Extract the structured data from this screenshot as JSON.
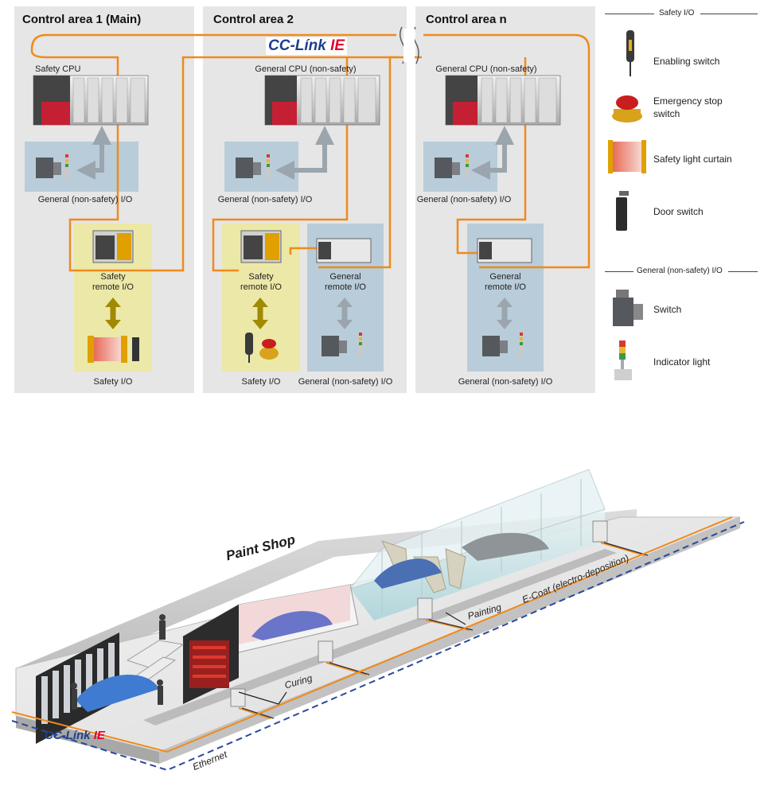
{
  "network": {
    "name_left": "CC-L",
    "name_accent": "í",
    "name_mid": "nk ",
    "name_ie": "IE"
  },
  "areas": [
    {
      "title": "Control area 1 (Main)",
      "cpu_label": "Safety CPU",
      "gen_io_label": "General (non-safety) I/O",
      "remote_label": "Safety\nremote I/O",
      "io_label": "Safety I/O"
    },
    {
      "title": "Control area 2",
      "cpu_label": "General CPU (non-safety)",
      "gen_io_label": "General (non-safety) I/O",
      "remote_label": "Safety\nremote I/O",
      "io_label": "Safety I/O",
      "remote2_label": "General\nremote I/O",
      "io2_label": "General (non-safety) I/O"
    },
    {
      "title": "Control area n",
      "cpu_label": "General CPU (non-safety)",
      "gen_io_label": "General (non-safety) I/O",
      "remote_label": "General\nremote I/O",
      "io_label": "General (non-safety) I/O"
    }
  ],
  "legend": {
    "safety_header": "Safety I/O",
    "general_header": "General (non-safety) I/O",
    "items": [
      {
        "label": "Enabling switch",
        "icon": "enabling-switch-icon"
      },
      {
        "label": "Emergency stop\nswitch",
        "icon": "emergency-stop-icon"
      },
      {
        "label": "Safety light curtain",
        "icon": "light-curtain-icon"
      },
      {
        "label": "Door switch",
        "icon": "door-switch-icon"
      },
      {
        "label": "Switch",
        "icon": "switch-icon"
      },
      {
        "label": "Indicator light",
        "icon": "indicator-light-icon"
      }
    ]
  },
  "paint_shop": {
    "title": "Paint Shop",
    "stages": [
      "Curing",
      "Painting",
      "E-Coat (electro-deposition)"
    ],
    "ethernet_label": "Ethernet",
    "network_left": "CC-L",
    "network_accent": "í",
    "network_mid": "nk ",
    "network_ie": "IE"
  },
  "colors": {
    "network": "#f08a1c",
    "area_bg": "#e6e6e6",
    "safety_box": "#ece8a8",
    "general_box": "#b9ccd9",
    "brand_blue": "#1d3e8f",
    "brand_red": "#e3002b"
  }
}
